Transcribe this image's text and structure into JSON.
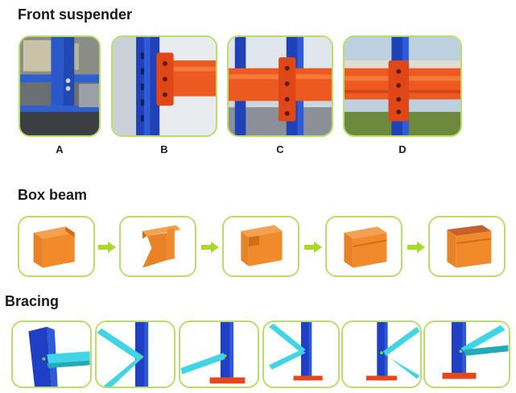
{
  "sections": {
    "front_suspender": {
      "title": "Front suspender",
      "photos": [
        {
          "label": "A",
          "icon": "suspender-photo-a"
        },
        {
          "label": "B",
          "icon": "suspender-photo-b"
        },
        {
          "label": "C",
          "icon": "suspender-photo-c"
        },
        {
          "label": "D",
          "icon": "suspender-photo-d"
        }
      ]
    },
    "box_beam": {
      "title": "Box beam",
      "steps": [
        "box-beam-step-1",
        "box-beam-step-2",
        "box-beam-step-3",
        "box-beam-step-4",
        "box-beam-step-5"
      ],
      "arrow_icon": "green-arrow-icon"
    },
    "bracing": {
      "title": "Bracing",
      "panels": [
        "bracing-view-1",
        "bracing-view-2",
        "bracing-view-3",
        "bracing-view-4",
        "bracing-view-5",
        "bracing-view-6"
      ]
    }
  },
  "colors": {
    "frame_border": "#b8dd6a",
    "upright_blue": "#1f3fc4",
    "beam_orange": "#f08a2a",
    "beam_red": "#e8471c",
    "brace_cyan": "#3fd4e6",
    "arrow_green": "#a8d82a"
  }
}
